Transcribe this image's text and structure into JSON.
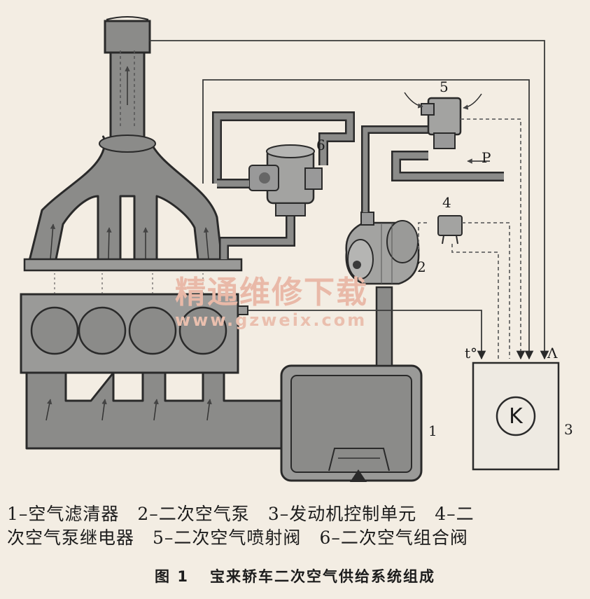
{
  "component_labels": {
    "air_filter": "1",
    "secondary_air_pump": "2",
    "engine_control_unit": "3",
    "pump_relay": "4",
    "injection_valve": "5",
    "combination_valve": "6",
    "pressure": "P",
    "temperature": "t°",
    "lambda": "Λ",
    "ecu_symbol": "K"
  },
  "watermark": {
    "text": "精通维修下载",
    "url": "www.gzweix.com"
  },
  "legend": {
    "line1": [
      "1–空气滤清器",
      "2–二次空气泵",
      "3–发动机控制单元",
      "4–二"
    ],
    "line2": [
      "次空气泵继电器",
      "5–二次空气喷射阀",
      "6–二次空气组合阀"
    ]
  },
  "caption": {
    "figure": "图 1",
    "title": "宝来轿车二次空气供给系统组成"
  },
  "colors": {
    "background": "#f3ede3",
    "pipe_fill": "#8b8b89",
    "pipe_outline": "#2a2a2a",
    "component_fill": "#a3a3a1",
    "watermark": "#e9b9a8"
  }
}
